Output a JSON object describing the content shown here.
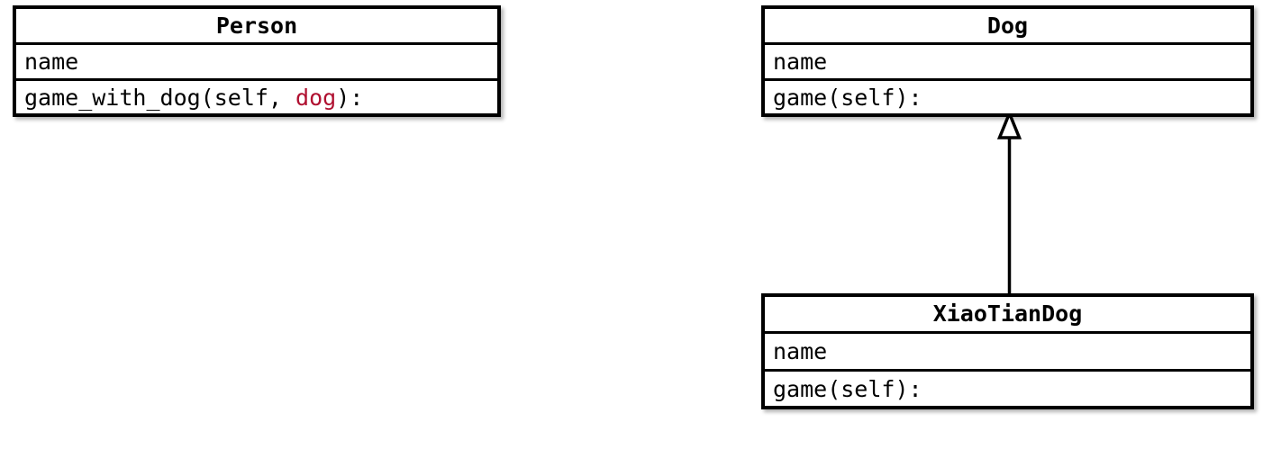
{
  "diagram": {
    "type": "uml-class-diagram",
    "background_color": "#ffffff",
    "border_color": "#000000",
    "accent_color": "#b01030",
    "classes": [
      {
        "id": "person",
        "name": "Person",
        "attributes": [
          "name"
        ],
        "methods": [
          {
            "prefix": "game_with_dog(self, ",
            "parameter": "dog",
            "suffix": "):"
          }
        ]
      },
      {
        "id": "dog",
        "name": "Dog",
        "attributes": [
          "name"
        ],
        "methods": [
          {
            "signature": "game(self):"
          }
        ]
      },
      {
        "id": "xiaotiandog",
        "name": "XiaoTianDog",
        "attributes": [
          "name"
        ],
        "methods": [
          {
            "signature": "game(self):"
          }
        ]
      }
    ],
    "relationships": [
      {
        "id": "dog-generalization",
        "kind": "generalization",
        "from": "XiaoTianDog",
        "to": "Dog",
        "arrow": "hollow-triangle"
      }
    ]
  }
}
